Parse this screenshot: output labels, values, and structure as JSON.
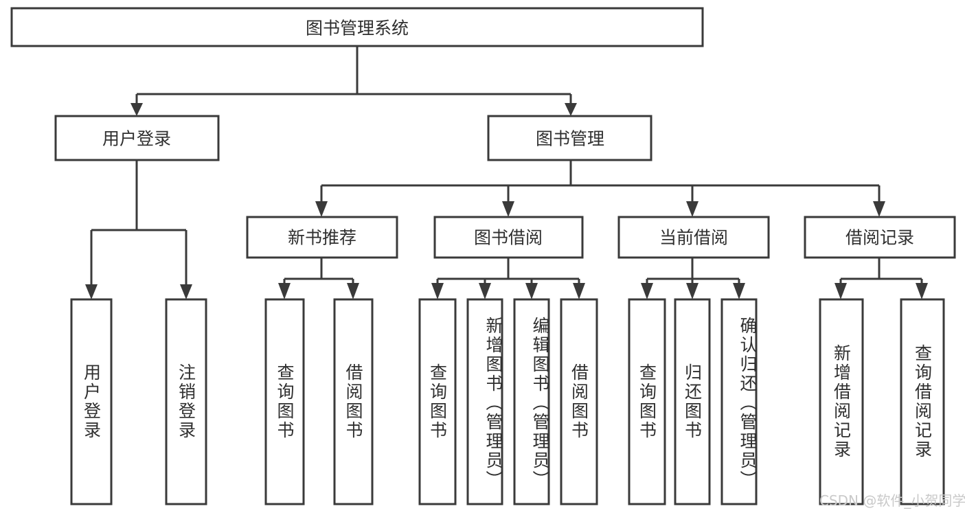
{
  "diagram": {
    "type": "tree-hierarchy-chart",
    "title": "图书管理系统",
    "watermark": "CSDN @软件_小贺同学",
    "colors": {
      "box_stroke": "#3a3a3a",
      "box_fill": "#ffffff",
      "text": "#2f2f2f",
      "connector": "#3a3a3a",
      "watermark": "#c9c9c9",
      "background": "#ffffff"
    },
    "levels": {
      "root": {
        "label": "图书管理系统"
      },
      "level2": [
        {
          "label": "用户登录"
        },
        {
          "label": "图书管理"
        }
      ],
      "level3": [
        {
          "label": "新书推荐"
        },
        {
          "label": "图书借阅"
        },
        {
          "label": "当前借阅"
        },
        {
          "label": "借阅记录"
        }
      ],
      "leaves": {
        "user_login": [
          {
            "label": "用户登录"
          },
          {
            "label": "注销登录"
          }
        ],
        "new_book_recommend": [
          {
            "label": "查询图书"
          },
          {
            "label": "借阅图书"
          }
        ],
        "book_borrow": [
          {
            "label": "查询图书"
          },
          {
            "label": "新增图书（管理员）"
          },
          {
            "label": "编辑图书（管理员）"
          },
          {
            "label": "借阅图书"
          }
        ],
        "current_borrow": [
          {
            "label": "查询图书"
          },
          {
            "label": "归还图书"
          },
          {
            "label": "确认归还（管理员）"
          }
        ],
        "borrow_record": [
          {
            "label": "新增借阅记录"
          },
          {
            "label": "查询借阅记录"
          }
        ]
      }
    }
  }
}
